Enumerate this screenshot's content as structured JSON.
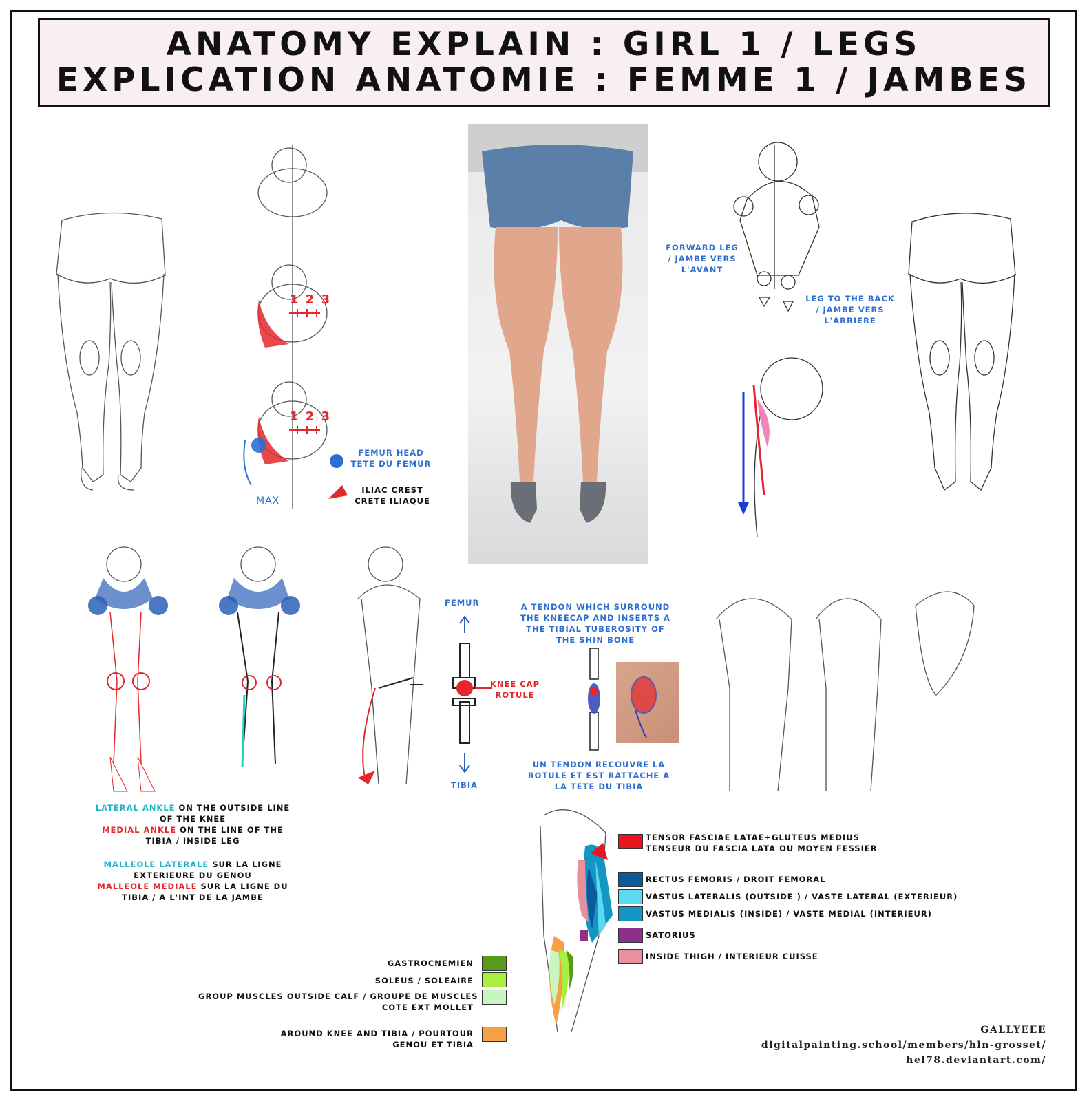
{
  "title": {
    "line1": "ANATOMY EXPLAIN : GIRL 1 / LEGS",
    "line2": "EXPLICATION ANATOMIE : FEMME 1 / JAMBES"
  },
  "pelvis_diagram": {
    "ruler_numbers": "1 2 3",
    "max_label": "MAX",
    "femur_head_en": "FEMUR HEAD",
    "femur_head_fr": "TETE DU FEMUR",
    "iliac_crest_en": "ILIAC CREST",
    "iliac_crest_fr": "CRETE ILIAQUE"
  },
  "side_view": {
    "forward_leg_1": "FORWARD LEG",
    "forward_leg_2": "/ JAMBE VERS",
    "forward_leg_3": "L'AVANT",
    "back_leg_1": "LEG TO THE BACK",
    "back_leg_2": "/ JAMBE VERS",
    "back_leg_3": "L'ARRIERE"
  },
  "knee_diagram": {
    "femur": "FEMUR",
    "tibia": "TIBIA",
    "kneecap_en": "KNEE CAP",
    "kneecap_fr": "ROTULE",
    "tendon_en_1": "A TENDON WHICH SURROUND",
    "tendon_en_2": "THE KNEECAP AND INSERTS A",
    "tendon_en_3": "THE  TIBIAL  TUBEROSITY  OF",
    "tendon_en_4": "THE SHIN BONE",
    "tendon_fr_1": "UN TENDON RECOUVRE LA",
    "tendon_fr_2": "ROTULE ET EST RATTACHE A",
    "tendon_fr_3": "LA TETE DU TIBIA"
  },
  "ankle_notes": {
    "lateral_ankle": "LATERAL ANKLE",
    "lateral_rest": " ON THE OUTSIDE LINE",
    "line2": "OF THE KNEE",
    "medial_ankle": "MEDIAL ANKLE",
    "medial_rest": " ON THE LINE OF THE",
    "line4": "TIBIA / INSIDE LEG",
    "malleole_laterale": "MALLEOLE LATERALE",
    "malleole_laterale_rest": " SUR LA LIGNE",
    "line6": "EXTERIEURE DU GENOU",
    "malleole_mediale": "MALLEOLE MEDIALE",
    "malleole_mediale_rest": " SUR LA LIGNE DU",
    "line8": "TIBIA / A L'INT DE LA JAMBE"
  },
  "thigh_legend": [
    {
      "label": "TENSOR FASCIAE LATAE+GLUTEUS MEDIUS",
      "label2": "TENSEUR DU FASCIA LATA OU MOYEN FESSIER",
      "color": "#e8141e"
    },
    {
      "label": "RECTUS FEMORIS / DROIT FEMORAL",
      "label2": "",
      "color": "#0e5a98"
    },
    {
      "label": "VASTUS LATERALIS (OUTSIDE ) / VASTE LATERAL (EXTERIEUR)",
      "label2": "",
      "color": "#5ad9f0"
    },
    {
      "label": "VASTUS MEDIALIS (INSIDE) / VASTE MEDIAL (INTERIEUR)",
      "label2": "",
      "color": "#1396c4"
    },
    {
      "label": "SATORIUS",
      "label2": "",
      "color": "#8e2f8c"
    },
    {
      "label": "INSIDE THIGH / INTERIEUR CUISSE",
      "label2": "",
      "color": "#e8909c"
    }
  ],
  "calf_legend": [
    {
      "label": "GASTROCNEMIEN",
      "label2": "",
      "color": "#5a9a1a"
    },
    {
      "label": "SOLEUS / SOLEAIRE",
      "label2": "",
      "color": "#a8f040"
    },
    {
      "label": "GROUP MUSCLES OUTSIDE CALF / GROUPE DE MUSCLES",
      "label2": "COTE EXT MOLLET",
      "color": "#c8f5c0"
    },
    {
      "label": "AROUND KNEE AND TIBIA / POURTOUR",
      "label2": "GENOU ET TIBIA",
      "color": "#f5a042"
    }
  ],
  "credits": {
    "author": "GALLYEEE",
    "site1": "digitalpainting.school/members/hln-grosset/",
    "site2": "hel78.deviantart.com/"
  }
}
